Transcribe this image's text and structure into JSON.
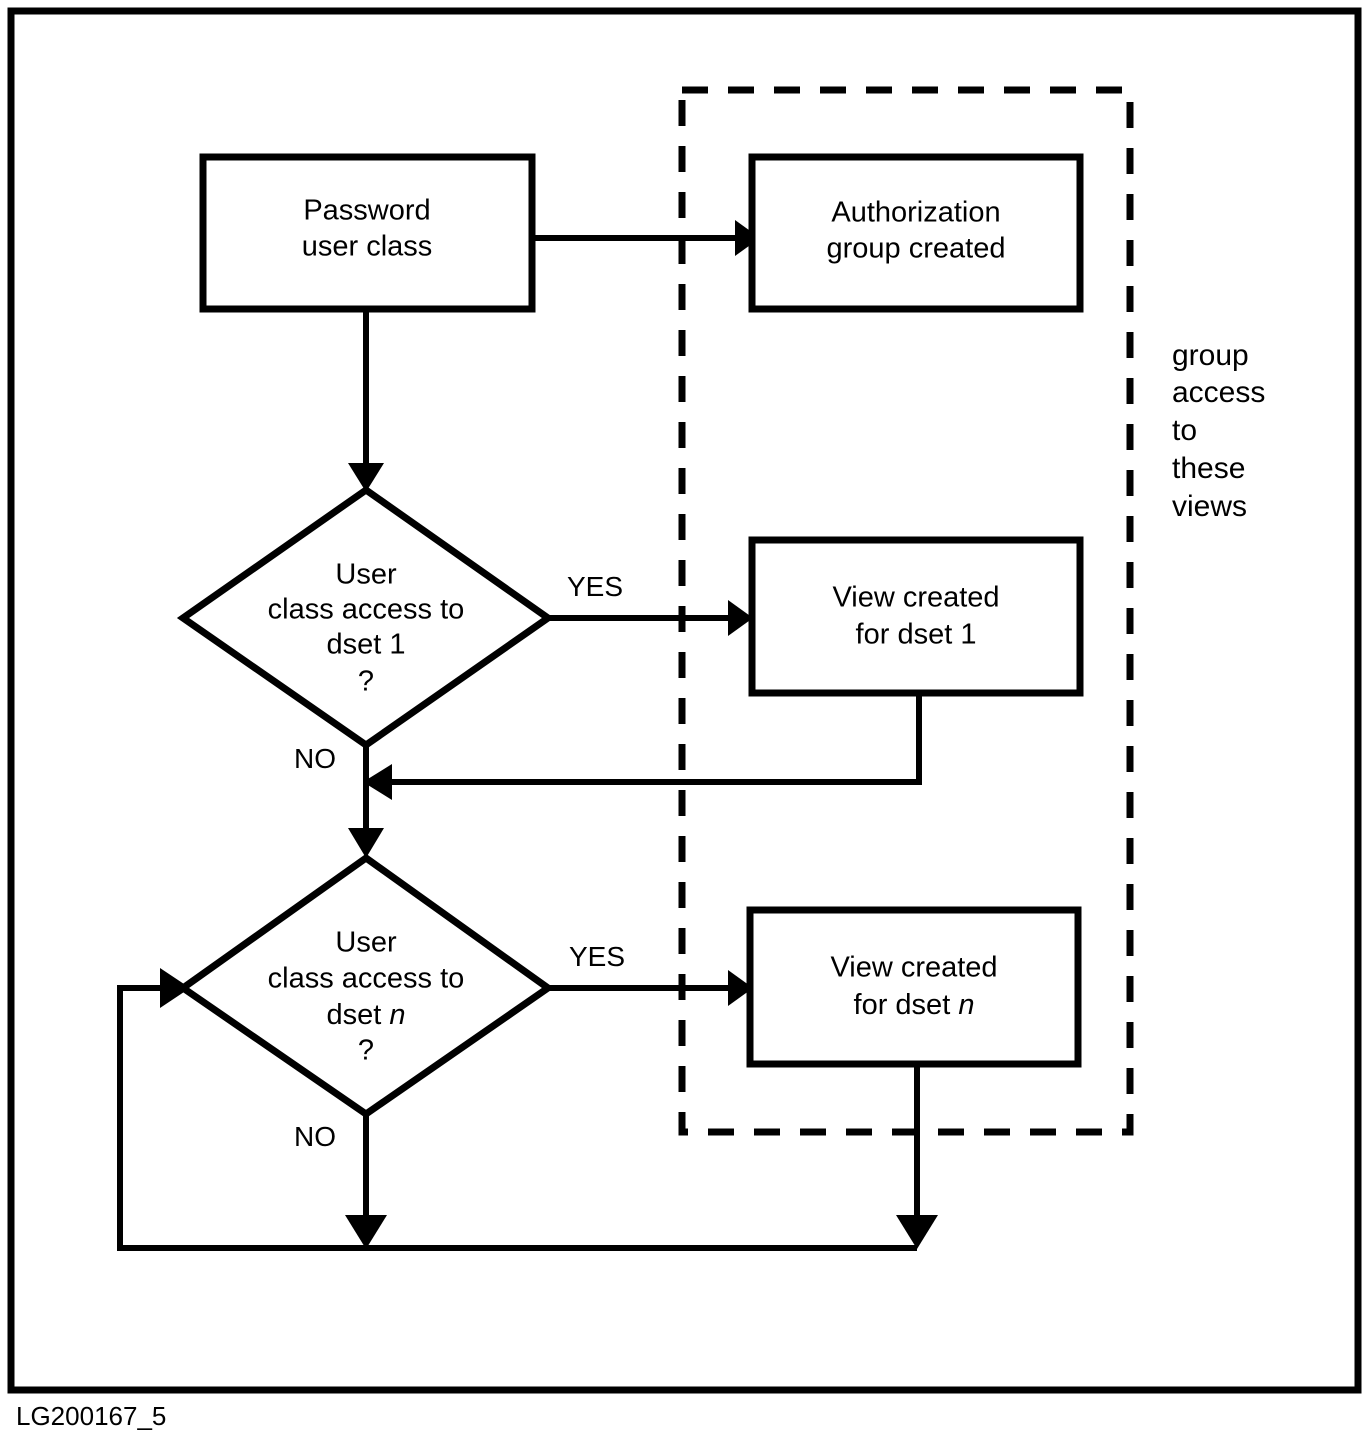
{
  "figure": {
    "id_label": "LG200167_5",
    "frame": {
      "border_color": "#000000",
      "background": "#ffffff"
    }
  },
  "group_boundary": {
    "style": "dashed",
    "caption_lines": [
      "group",
      "access",
      "to",
      "these",
      "views"
    ],
    "caption_full": "group access to these views"
  },
  "nodes": [
    {
      "key": "password-user-class",
      "shape": "process",
      "lines": [
        "Password",
        "user class"
      ],
      "text": "Password user class"
    },
    {
      "key": "authorization-group-created",
      "shape": "process",
      "lines": [
        "Authorization",
        "group created"
      ],
      "text": "Authorization group created"
    },
    {
      "key": "user-class-access-dset-1",
      "shape": "decision",
      "lines": [
        "User",
        "class access to",
        "dset 1",
        "?"
      ],
      "text": "User class access to dset 1 ?"
    },
    {
      "key": "view-created-dset-1",
      "shape": "process",
      "lines": [
        "View created",
        "for dset 1"
      ],
      "text": "View created for dset 1"
    },
    {
      "key": "user-class-access-dset-n",
      "shape": "decision",
      "lines": [
        "User",
        "class access to",
        "dset n"
      ],
      "line_italic_tail": "n",
      "lines_extra": "?",
      "text": "User class access to dset n ?"
    },
    {
      "key": "view-created-dset-n",
      "shape": "process",
      "lines": [
        "View created",
        "for dset n"
      ],
      "line_italic_tail": "n",
      "text": "View created for dset n"
    }
  ],
  "node_text": {
    "password_line1": "Password",
    "password_line2": "user class",
    "authorization_line1": "Authorization",
    "authorization_line2": "group created",
    "decision1_line1": "User",
    "decision1_line2": "class access to",
    "decision1_line3": "dset 1",
    "decision1_line4": "?",
    "view1_line1": "View created",
    "view1_line2_prefix": "for dset 1",
    "decisionN_line1": "User",
    "decisionN_line2": "class access to",
    "decisionN_line3_prefix": "dset ",
    "decisionN_line3_italic": "n",
    "decisionN_line4": "?",
    "viewN_line1": "View created",
    "viewN_line2_prefix": "for dset ",
    "viewN_line2_italic": "n"
  },
  "edge_labels": {
    "yes_1": "YES",
    "no_1": "NO",
    "yes_n": "YES",
    "no_n": "NO"
  },
  "caption": {
    "line1": "group",
    "line2": "access",
    "line3": "to",
    "line4": "these",
    "line5": "views"
  },
  "colors": {
    "ink": "#000000",
    "paper": "#ffffff"
  }
}
